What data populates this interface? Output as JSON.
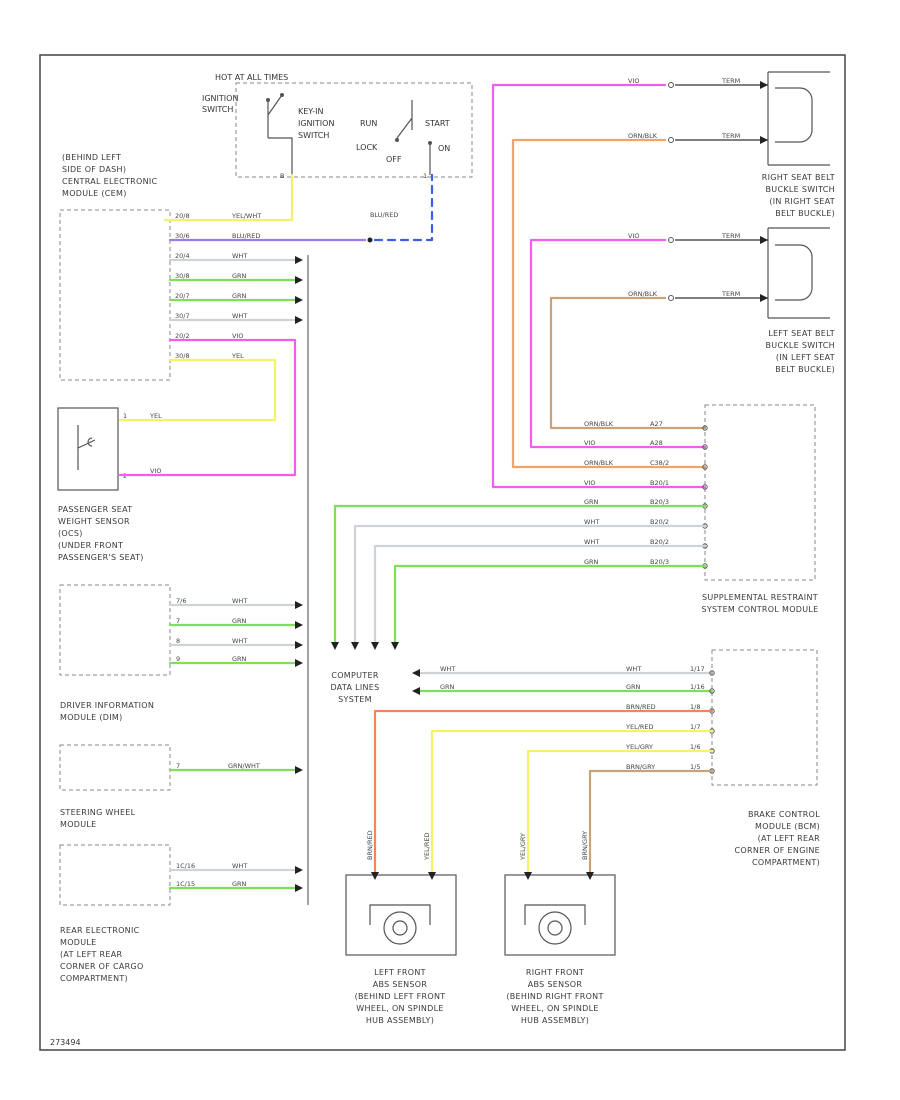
{
  "colors": {
    "yellow": "#f5f26a",
    "violet": "#9a7ae6",
    "blue": "#3b5ee8",
    "white": "#cfd2d6",
    "green": "#7ee05a",
    "pink": "#f05ef0",
    "orange": "#f0a468",
    "red_orange": "#ec8a55",
    "tan": "#c8a27a",
    "black": "#333333"
  },
  "diagram_id": "273494",
  "components": {
    "hot_timer": "HOT AT ALL TIMES",
    "ign_switch": [
      "IGNITION",
      "SWITCH"
    ],
    "key_in_switch": [
      "KEY-IN",
      "IGNITION",
      "SWITCH"
    ],
    "run": "RUN",
    "lock": "LOCK",
    "start": "START",
    "on": "ON",
    "off": "OFF",
    "cem": [
      "(BEHIND LEFT",
      "SIDE OF DASH)",
      "CENTRAL ELECTRONIC",
      "MODULE (CEM)"
    ],
    "pass_sensor": [
      "PASSENGER SEAT",
      "WEIGHT SENSOR",
      "(OCS)",
      "(UNDER FRONT",
      "PASSENGER'S SEAT)"
    ],
    "dim": [
      "DRIVER INFORMATION",
      "MODULE (DIM)"
    ],
    "swm": [
      "STEERING WHEEL",
      "MODULE"
    ],
    "rem": [
      "REAR ELECTRONIC",
      "MODULE",
      "(AT LEFT REAR",
      "CORNER OF CARGO",
      "COMPARTMENT)"
    ],
    "right_belt": [
      "RIGHT SEAT BELT",
      "BUCKLE SWITCH",
      "(IN RIGHT SEAT",
      "BELT BUCKLE)"
    ],
    "left_belt": [
      "LEFT SEAT BELT",
      "BUCKLE SWITCH",
      "(IN LEFT SEAT",
      "BELT BUCKLE)"
    ],
    "srs": [
      "SUPPLEMENTAL RESTRAINT",
      "SYSTEM CONTROL MODULE"
    ],
    "cdl": [
      "COMPUTER",
      "DATA LINES",
      "SYSTEM"
    ],
    "bcm": [
      "BRAKE CONTROL",
      "MODULE (BCM)",
      "(AT LEFT REAR",
      "CORNER OF ENGINE",
      "COMPARTMENT)"
    ],
    "lf_abs": [
      "LEFT FRONT",
      "ABS SENSOR",
      "(BEHIND LEFT FRONT",
      "WHEEL, ON SPINDLE",
      "HUB ASSEMBLY)"
    ],
    "rf_abs": [
      "RIGHT FRONT",
      "ABS SENSOR",
      "(BEHIND RIGHT FRONT",
      "WHEEL, ON SPINDLE",
      "HUB ASSEMBLY)"
    ]
  },
  "wires": {
    "cem_pins": [
      "20/8",
      "30/6",
      "20/4",
      "30/8",
      "20/7",
      "30/7",
      "20/2",
      "30/8",
      "20/7"
    ],
    "cem_colors": [
      "YEL/WHT",
      "BLU/RED",
      "WHT",
      "GRN",
      "GRN",
      "WHT",
      "VIO",
      "YEL"
    ],
    "ign_pins": [
      "B",
      "1"
    ],
    "blu_red": "BLU/RED",
    "sensor_wires": [
      "YEL",
      "VIO"
    ],
    "sensor_pins": [
      "1",
      "2"
    ],
    "belt_wires": [
      "VIO",
      "ORN/BLK",
      "VIO",
      "ORN/BLK"
    ],
    "belt_term": "TERM",
    "srs_colors": [
      "ORN/BLK",
      "VIO",
      "ORN/BLK",
      "VIO",
      "GRN",
      "WHT",
      "WHT",
      "GRN"
    ],
    "srs_pins": [
      "A27",
      "A28",
      "C38/2",
      "B20/1",
      "B20/3",
      "B20/2",
      "B20/2",
      "B20/3"
    ],
    "dim_pins": [
      "7/6",
      "7",
      "8",
      "9"
    ],
    "dim_colors": [
      "WHT",
      "GRN",
      "WHT",
      "GRN"
    ],
    "swm_pin": "7",
    "swm_color": "GRN/WHT",
    "rem_pins": [
      "1C/16",
      "1C/15"
    ],
    "rem_colors": [
      "WHT",
      "GRN"
    ],
    "cdl_colors": [
      "WHT",
      "GRN"
    ],
    "bcm_pins": [
      "1/17",
      "1/16",
      "1/8",
      "1/7",
      "1/6",
      "1/5"
    ],
    "bcm_colors": [
      "WHT",
      "GRN",
      "BRN/RED",
      "YEL/RED",
      "YEL/GRY",
      "BRN/GRY"
    ],
    "abs_colors": [
      "BRN/RED",
      "YEL/RED",
      "YEL/GRY",
      "BRN/GRY"
    ]
  }
}
